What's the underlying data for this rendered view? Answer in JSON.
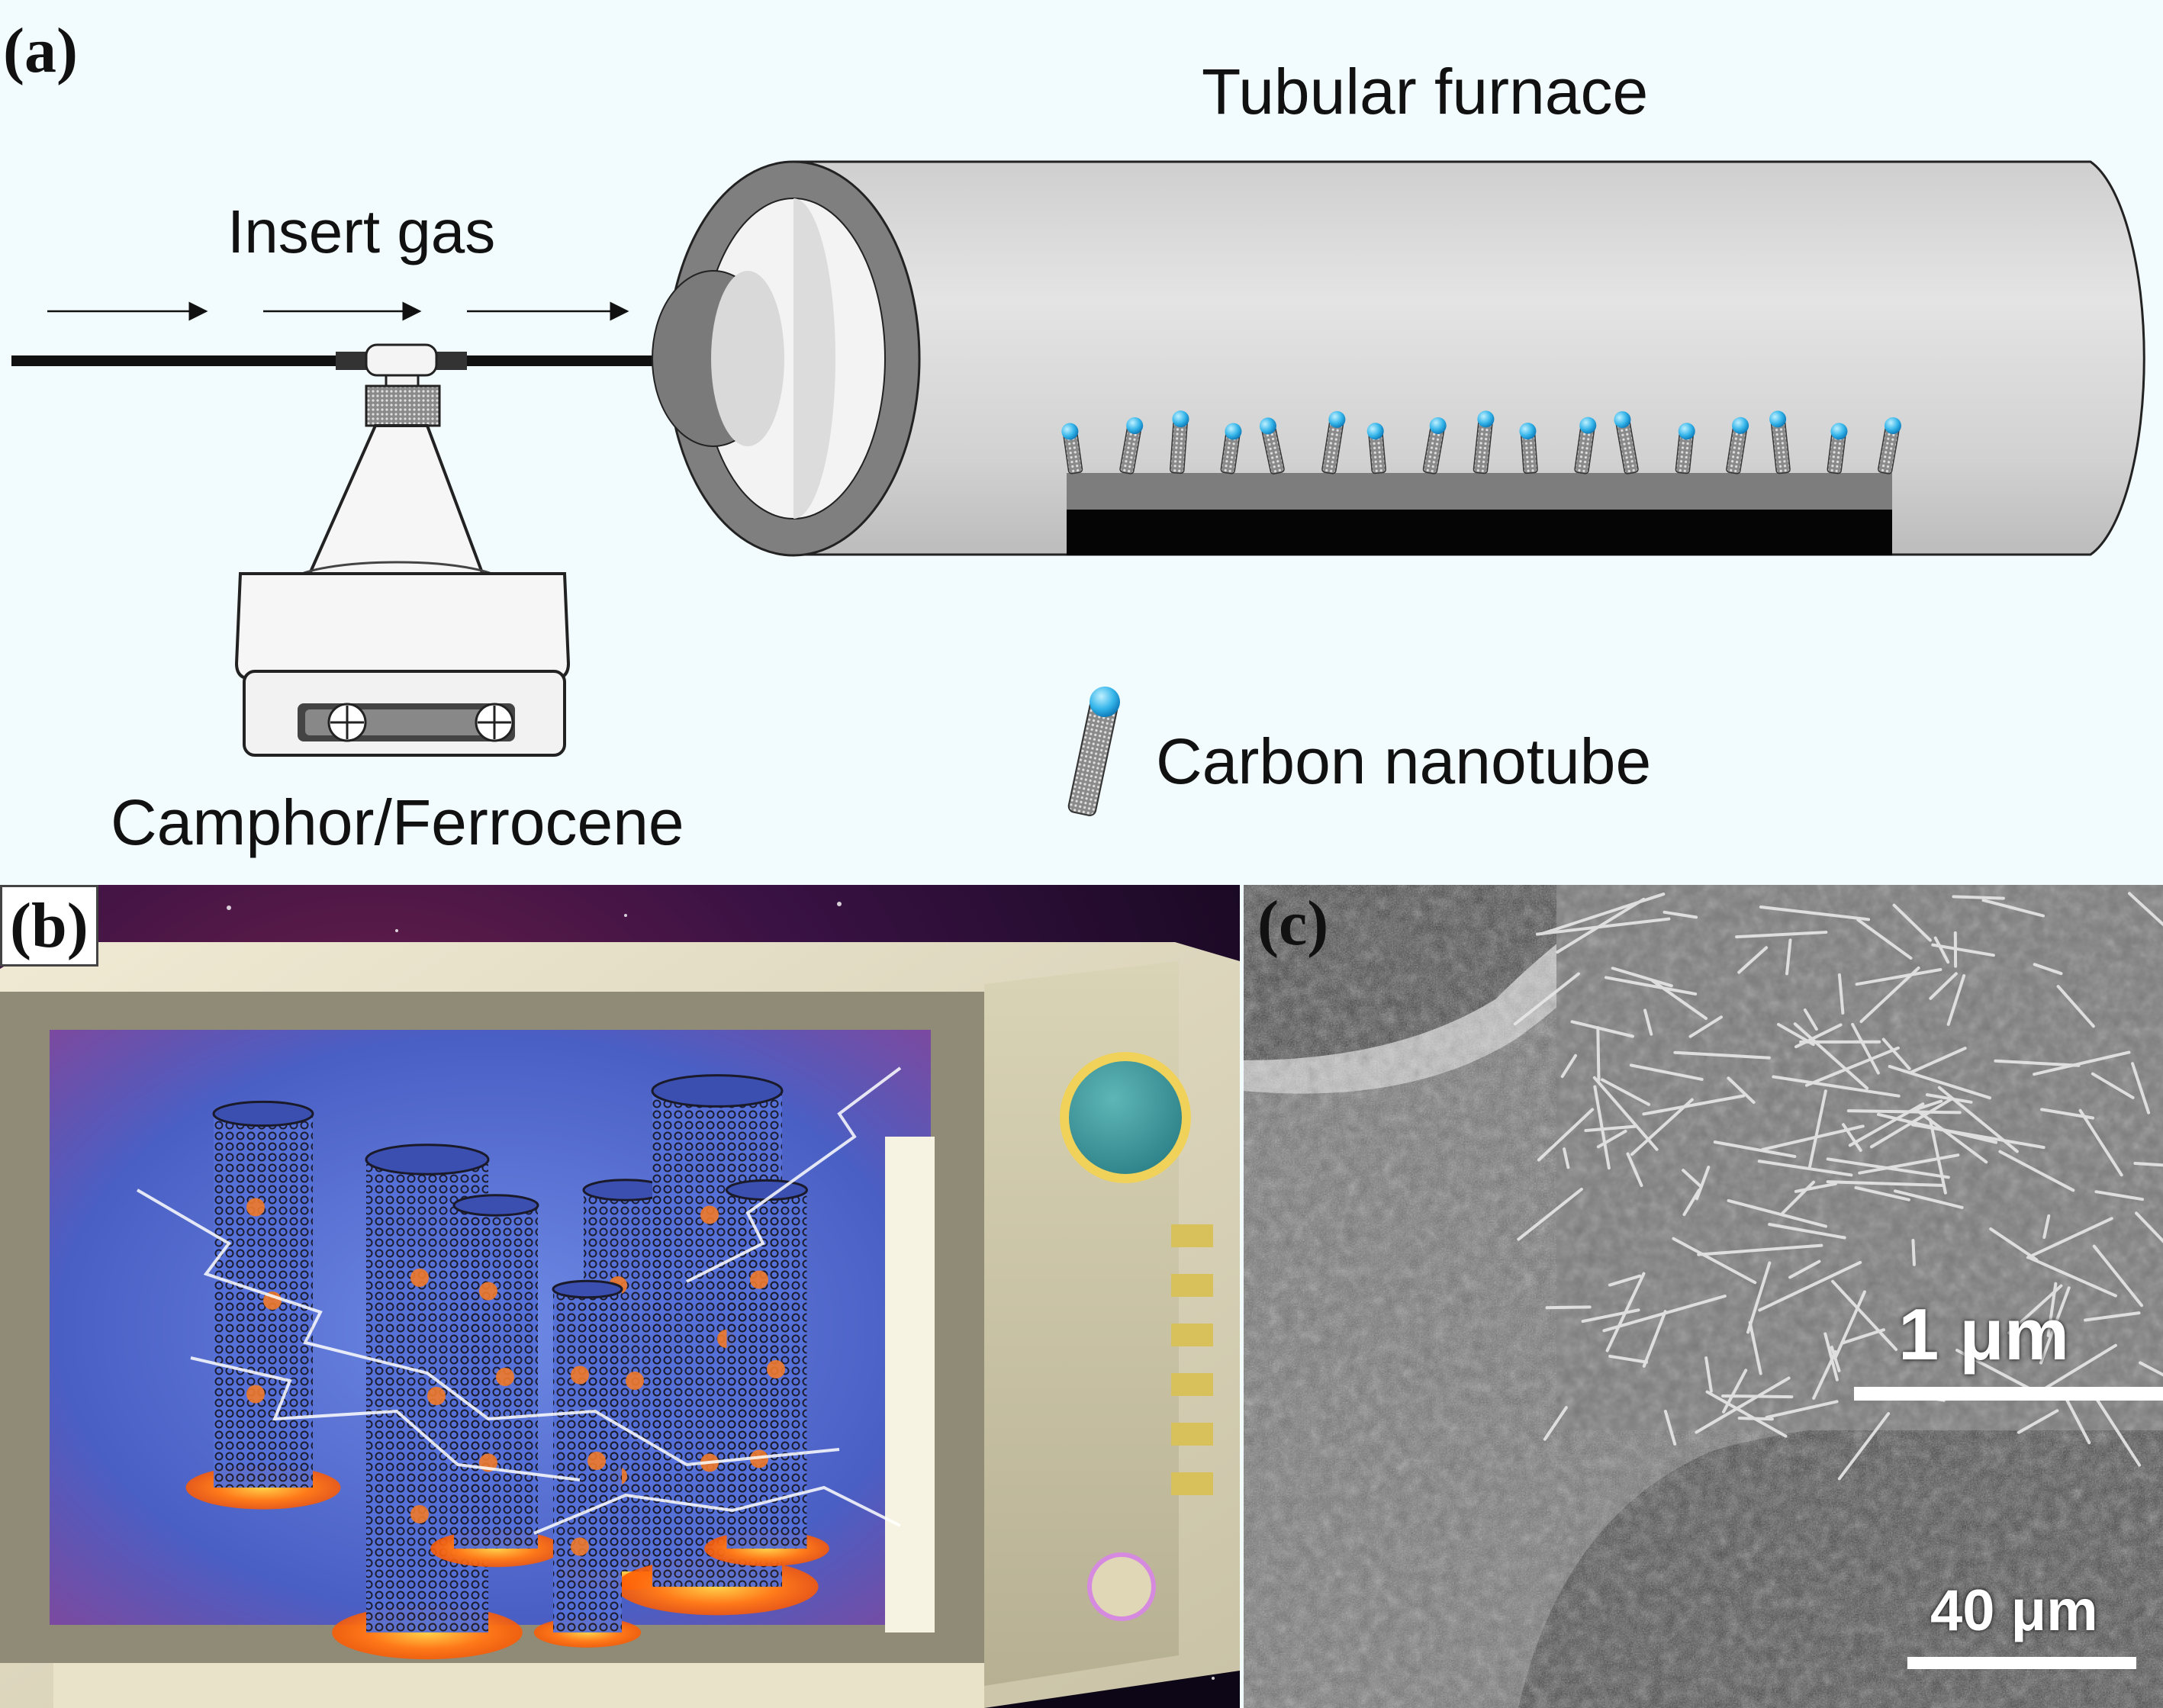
{
  "panel_a": {
    "letter": "(a)",
    "label_gas": "Insert gas",
    "label_furnace": "Tubular furnace",
    "label_precursor": "Camphor/Ferrocene",
    "label_legend": "Carbon nanotube",
    "cnt_count": 17
  },
  "panel_b": {
    "letter": "(b)"
  },
  "panel_c": {
    "letter": "(c)",
    "scale_inset": "1 μm",
    "scale_main": "40 μm"
  }
}
